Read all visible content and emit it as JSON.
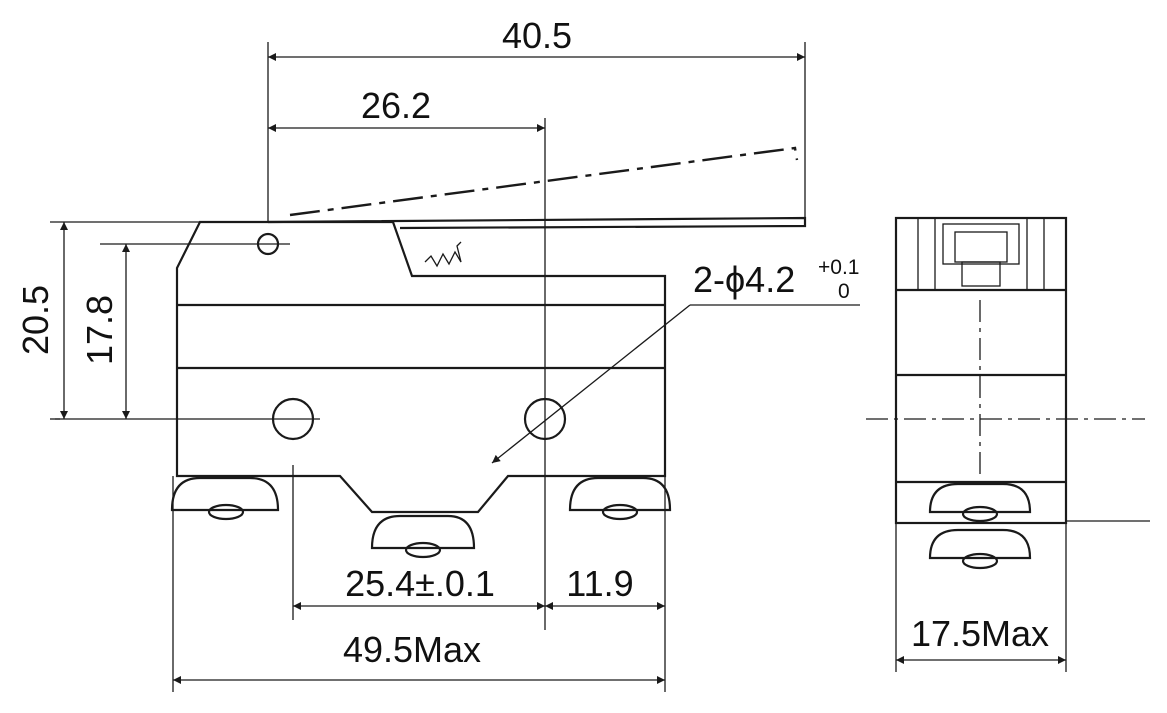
{
  "dimensions": {
    "overall_lever_length": "40.5",
    "lever_pivot_to_mount": "26.2",
    "height_total": "20.5",
    "height_to_pivot": "17.8",
    "hole_spec_prefix": "2-ϕ4.2",
    "hole_tol_upper": "+0.1",
    "hole_tol_lower": "0",
    "hole_spacing": "25.4±.0.1",
    "hole_to_edge": "11.9",
    "body_length_max": "49.5Max",
    "body_width_max": "17.5Max"
  }
}
